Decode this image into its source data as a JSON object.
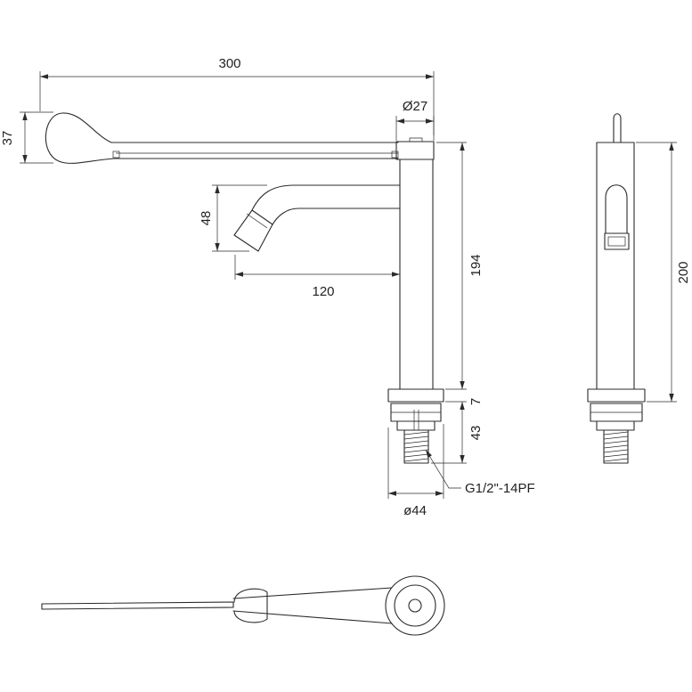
{
  "dimensions": {
    "overall_length": "300",
    "lever_height": "37",
    "body_diameter": "Ø27",
    "spout_drop": "48",
    "spout_reach": "120",
    "body_height": "194",
    "total_height": "200",
    "base_thickness": "7",
    "thread_length": "43",
    "thread_spec": "G1/2\"-14PF",
    "base_diameter": "ø44"
  },
  "colors": {
    "line": "#2b2b2b",
    "background": "#ffffff"
  }
}
